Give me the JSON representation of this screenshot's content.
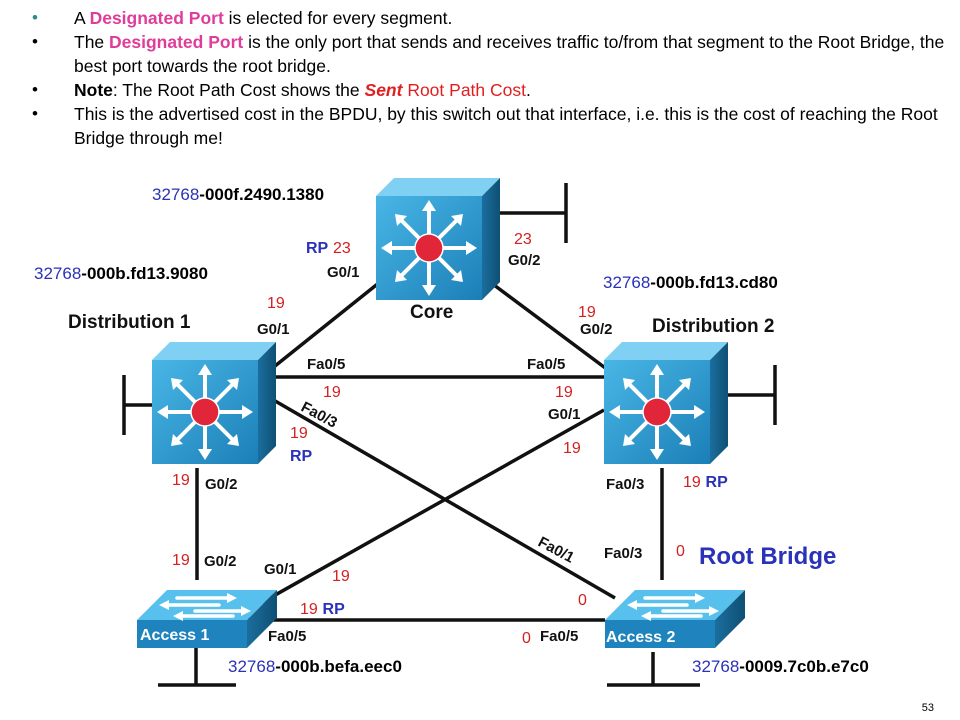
{
  "bullets": [
    {
      "parts": [
        "A ",
        "Designated Port",
        " is elected for every segment."
      ]
    },
    {
      "parts": [
        "The ",
        "Designated Port",
        " is the only port that sends and receives traffic to/from that segment to the Root Bridge, the best port towards the root bridge."
      ]
    },
    {
      "parts": [
        "Note",
        ": The Root Path Cost shows the ",
        "Sent",
        " Root Path Cost",
        "."
      ]
    },
    {
      "parts": [
        "This is the advertised cost in the BPDU, by this switch out that interface, i.e. this is the cost of reaching the Root Bridge through me!"
      ]
    }
  ],
  "bridge_ids": {
    "core": {
      "priority": "32768",
      "mac": "-000f.2490.1380"
    },
    "dist1": {
      "priority": "32768",
      "mac": "-000b.fd13.9080"
    },
    "dist2": {
      "priority": "32768",
      "mac": "-000b.fd13.cd80"
    },
    "access1": {
      "priority": "32768",
      "mac": "-000b.befa.eec0"
    },
    "access2": {
      "priority": "32768",
      "mac": "-0009.7c0b.e7c0"
    }
  },
  "devices": {
    "core": "Core",
    "dist1": "Distribution 1",
    "dist2": "Distribution 2",
    "access1": "Access 1",
    "access2": "Access 2"
  },
  "ports": {
    "core_g01": "G0/1",
    "core_g02": "G0/2",
    "d1_g01": "G0/1",
    "d1_fa05": "Fa0/5",
    "d1_fa03": "Fa0/3",
    "d1_g02": "G0/2",
    "d2_g02": "G0/2",
    "d2_fa05": "Fa0/5",
    "d2_g01": "G0/1",
    "d2_fa03": "Fa0/3",
    "a1_g02": "G0/2",
    "a1_g01": "G0/1",
    "a1_fa05": "Fa0/5",
    "a2_fa01": "Fa0/1",
    "a2_fa03": "Fa0/3",
    "a2_fa05": "Fa0/5"
  },
  "costs": {
    "core_g01": "23",
    "core_g02": "23",
    "d1_g01": "19",
    "d1_fa05": "19",
    "d1_fa03": "19",
    "d1_g02": "19",
    "d2_g02": "19",
    "d2_fa05": "19",
    "d2_g01": "19",
    "d2_fa03": "19",
    "a1_g02": "19",
    "a1_g01": "19",
    "a1_fa05": "19",
    "a2_fa01": "0",
    "a2_fa03": "0",
    "a2_fa05": "0"
  },
  "role_rp": "RP",
  "root_bridge_label": "Root Bridge",
  "page_number": "53"
}
